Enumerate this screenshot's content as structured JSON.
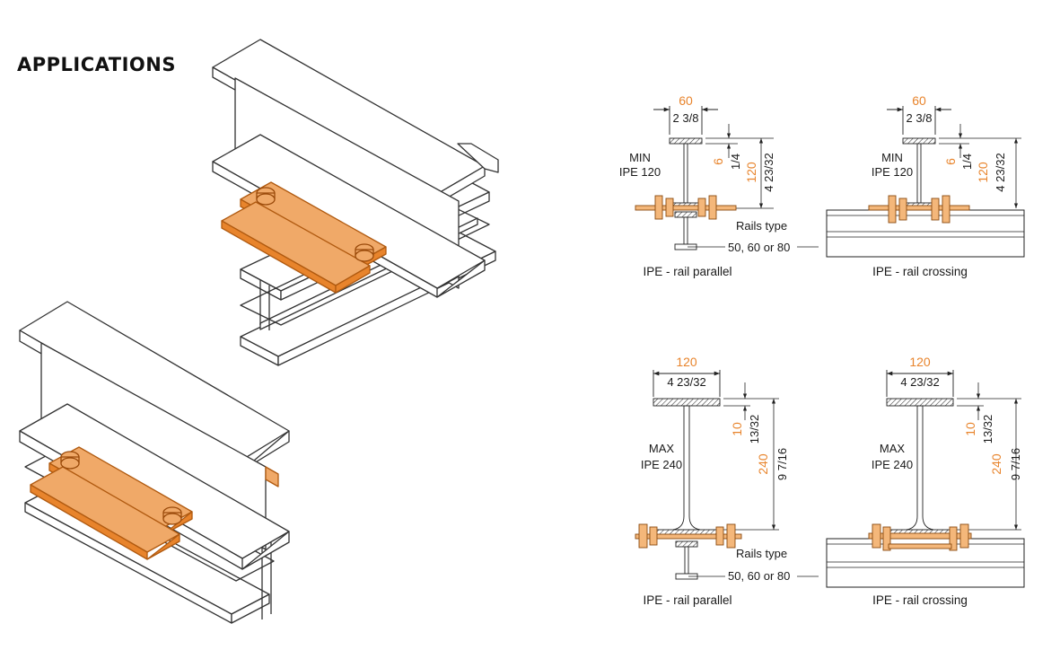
{
  "heading": "APPLICATIONS",
  "colors": {
    "accent": "#E8842C",
    "line": "#333333",
    "steel": "#ffffff"
  },
  "diagrams": [
    {
      "id": "min-parallel",
      "width_mm": "60",
      "width_in": "2 3/8",
      "flange_mm": "6",
      "flange_in": "1/4",
      "height_mm": "120",
      "height_in": "4 23/32",
      "size_label_1": "MIN",
      "size_label_2": "IPE 120",
      "rails_label": "Rails type",
      "rails_sizes": "50, 60 or 80",
      "caption": "IPE - rail parallel"
    },
    {
      "id": "min-crossing",
      "width_mm": "60",
      "width_in": "2 3/8",
      "flange_mm": "6",
      "flange_in": "1/4",
      "height_mm": "120",
      "height_in": "4 23/32",
      "size_label_1": "MIN",
      "size_label_2": "IPE 120",
      "caption": "IPE - rail crossing"
    },
    {
      "id": "max-parallel",
      "width_mm": "120",
      "width_in": "4 23/32",
      "flange_mm": "10",
      "flange_in": "13/32",
      "height_mm": "240",
      "height_in": "9 7/16",
      "size_label_1": "MAX",
      "size_label_2": "IPE 240",
      "rails_label": "Rails type",
      "rails_sizes": "50, 60 or 80",
      "caption": "IPE - rail parallel"
    },
    {
      "id": "max-crossing",
      "width_mm": "120",
      "width_in": "4 23/32",
      "flange_mm": "10",
      "flange_in": "13/32",
      "height_mm": "240",
      "height_in": "9 7/16",
      "size_label_1": "MAX",
      "size_label_2": "IPE 240",
      "caption": "IPE - rail crossing"
    }
  ]
}
